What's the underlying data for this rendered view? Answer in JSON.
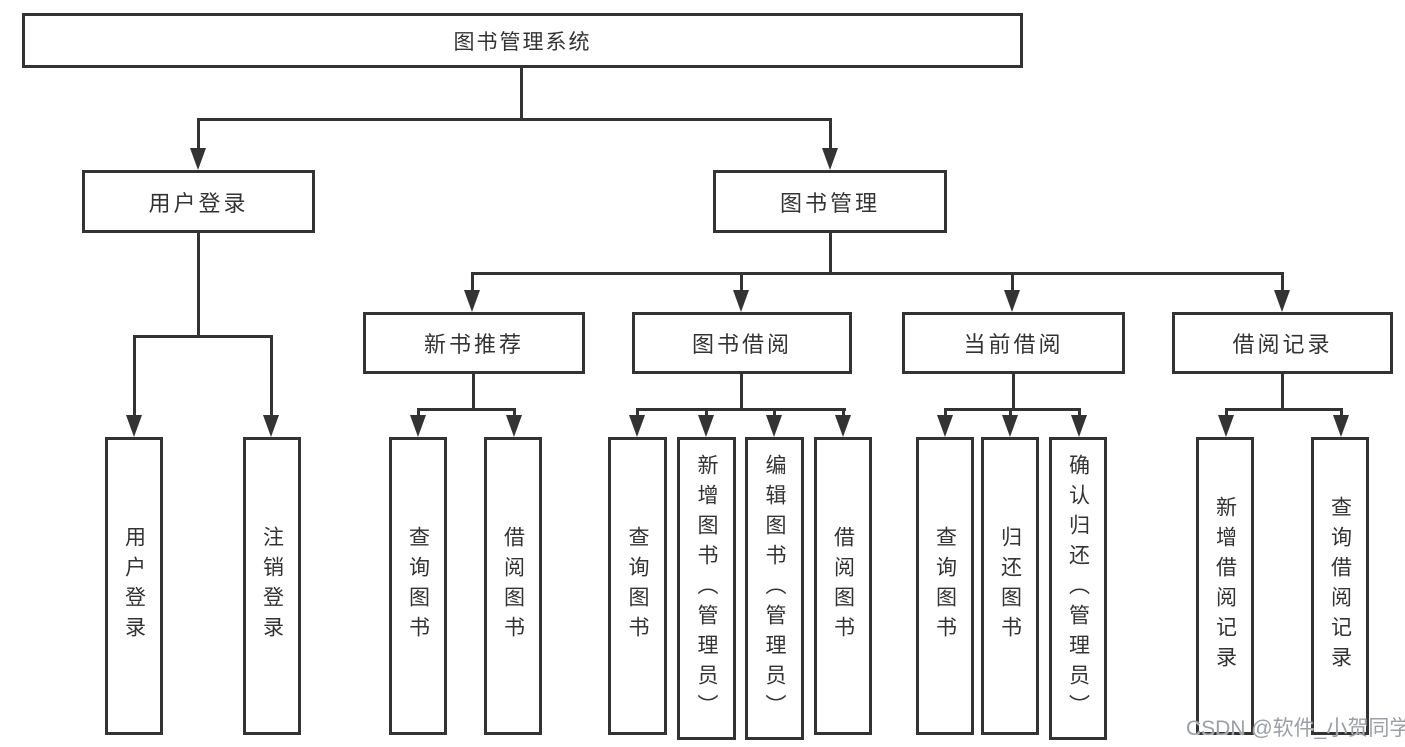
{
  "diagram": {
    "root": "图书管理系统",
    "branches": [
      {
        "label": "用户登录",
        "children": [
          "用户登录",
          "注销登录"
        ]
      },
      {
        "label": "图书管理",
        "children": [
          {
            "label": "新书推荐",
            "children": [
              "查询图书",
              "借阅图书"
            ]
          },
          {
            "label": "图书借阅",
            "children": [
              "查询图书",
              "新增图书（管理员）",
              "编辑图书（管理员）",
              "借阅图书"
            ]
          },
          {
            "label": "当前借阅",
            "children": [
              "查询图书",
              "归还图书",
              "确认归还（管理员）"
            ]
          },
          {
            "label": "借阅记录",
            "children": [
              "新增借阅记录",
              "查询借阅记录"
            ]
          }
        ]
      }
    ]
  },
  "watermark": {
    "text": "CSDN @软件_小贺同学"
  },
  "colors": {
    "line": "#333333",
    "text": "#333333",
    "watermark": "#9aa0a6",
    "background": "#ffffff"
  }
}
